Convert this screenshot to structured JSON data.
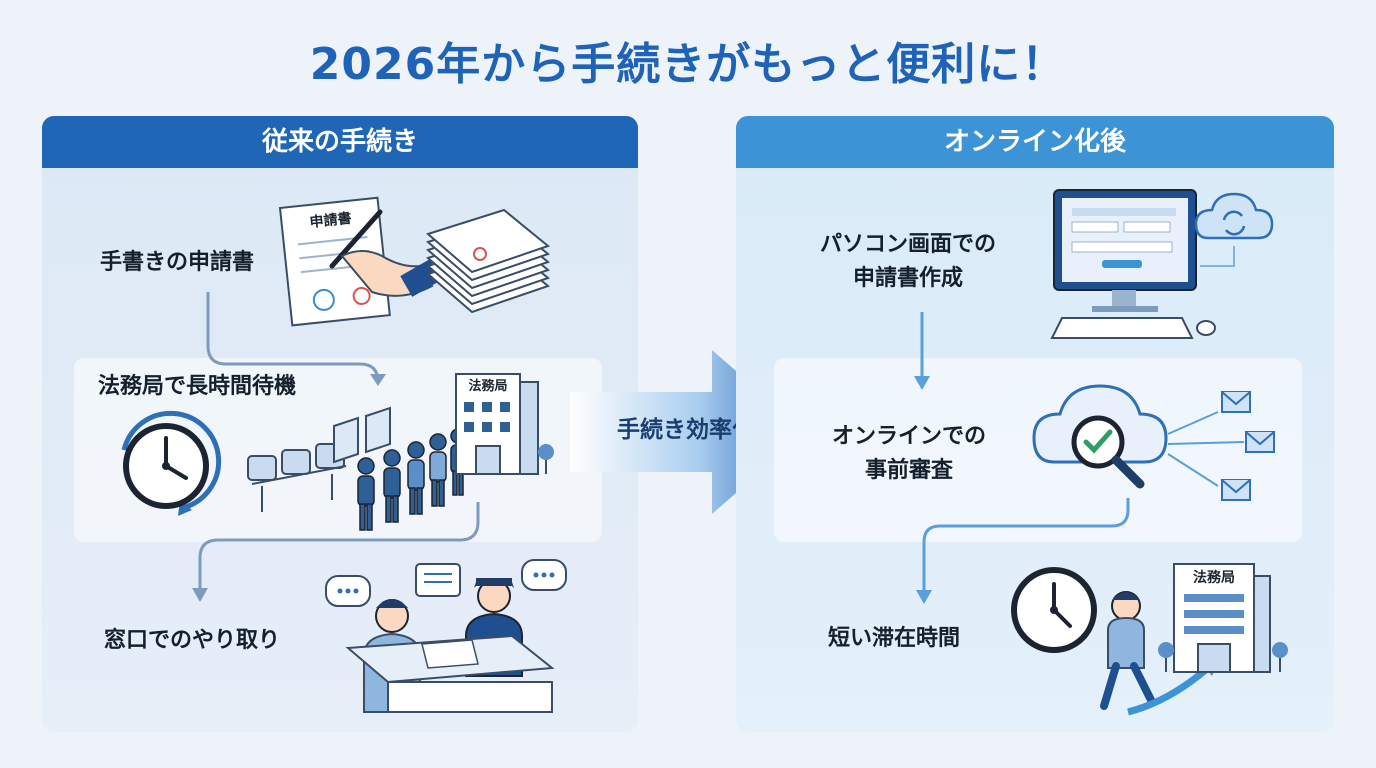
{
  "title": "2026年から手続きがもっと便利に！",
  "left_panel": {
    "header": "従来の手続き",
    "steps": [
      "手書きの申請書",
      "法務局で長時間待機",
      "窓口でのやり取り"
    ],
    "form_title": "申請書",
    "building_sign": "法務局"
  },
  "center_arrow": {
    "label": "手続き効率化"
  },
  "right_panel": {
    "header": "オンライン化後",
    "steps": [
      "パソコン画面での\n申請書作成",
      "オンラインでの\n事前審査",
      "短い滞在時間"
    ],
    "building_sign": "法務局"
  },
  "colors": {
    "primary": "#1f67b6",
    "secondary": "#3c93d6",
    "title": "#1f63b8"
  }
}
